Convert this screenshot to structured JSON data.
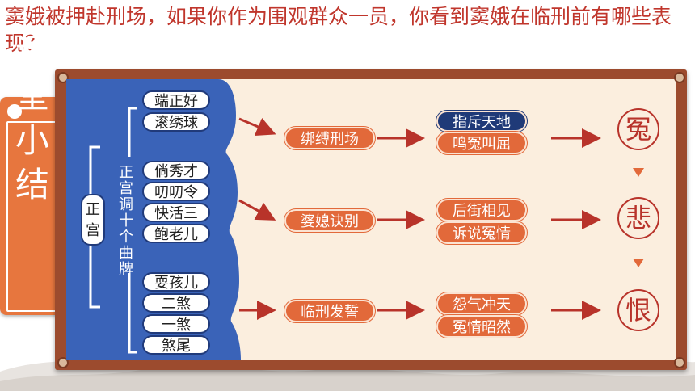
{
  "question": "窦娥被押赴刑场，如果你作为围观群众一员，你看到窦娥在临刑前有哪些表现？",
  "side_title": "课堂小结",
  "zhenggong_label": "正宫",
  "tune_caption": "正宫调十个曲牌",
  "tunes": [
    "端正好",
    "滚绣球",
    "倘秀才",
    "叨叨令",
    "快活三",
    "鲍老儿",
    "耍孩儿",
    "二煞",
    "一煞",
    "煞尾"
  ],
  "scenes": [
    "绑缚刑场",
    "婆媳诀别",
    "临刑发誓"
  ],
  "actions": [
    [
      "指斥天地",
      "鸣冤叫屈"
    ],
    [
      "后街相见",
      "诉说冤情"
    ],
    [
      "怨气冲天",
      "冤情昭然"
    ]
  ],
  "emotions": [
    "冤",
    "悲",
    "恨"
  ],
  "colors": {
    "question_text": "#c0362c",
    "board_blue": "#3a63b8",
    "navy": "#1f3a78",
    "orange": "#e2693a",
    "frame_brown": "#9c4b2e",
    "board_bg": "#fbeede",
    "circle_red": "#b8332a"
  }
}
